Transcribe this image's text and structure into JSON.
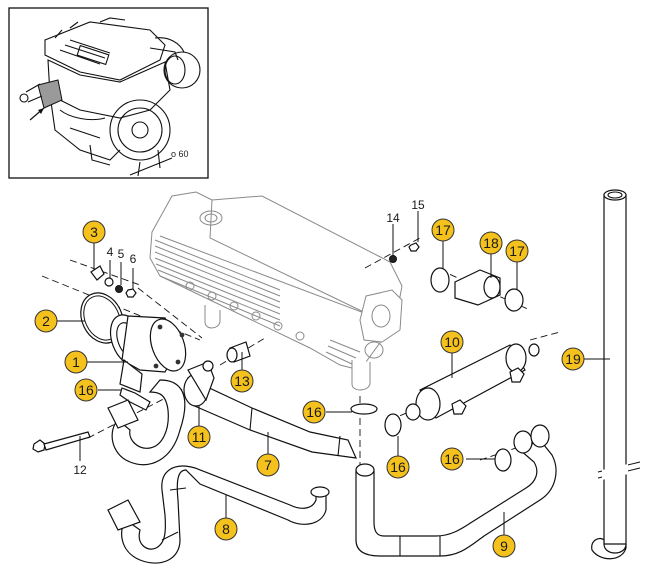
{
  "title": "Exhaust system exploded parts diagram",
  "colors": {
    "callout_fill": "#f5c11c",
    "callout_stroke": "#333333",
    "line": "#111111",
    "manifold_line": "#8a8a8a",
    "background": "#ffffff"
  },
  "inset": {
    "description": "Engine overview with arrow marking exhaust elbow location",
    "dimension_label": "o 60"
  },
  "callouts": [
    {
      "id": "1",
      "label": "1",
      "part": "Exhaust elbow / water injection elbow",
      "style": "badge"
    },
    {
      "id": "2",
      "label": "2",
      "part": "O-ring gasket",
      "style": "badge"
    },
    {
      "id": "3",
      "label": "3",
      "part": "Stud",
      "style": "badge"
    },
    {
      "id": "4",
      "label": "4",
      "part": "Washer",
      "style": "plain"
    },
    {
      "id": "5",
      "label": "5",
      "part": "Lock washer",
      "style": "plain"
    },
    {
      "id": "6",
      "label": "6",
      "part": "Nut",
      "style": "plain"
    },
    {
      "id": "7",
      "label": "7",
      "part": "Hose",
      "style": "badge"
    },
    {
      "id": "8",
      "label": "8",
      "part": "Hose",
      "style": "badge"
    },
    {
      "id": "9",
      "label": "9",
      "part": "Hose",
      "style": "badge"
    },
    {
      "id": "10",
      "label": "10",
      "part": "Heat exchanger",
      "style": "badge"
    },
    {
      "id": "11",
      "label": "11",
      "part": "Bracket clamp",
      "style": "badge"
    },
    {
      "id": "12",
      "label": "12",
      "part": "Bolt",
      "style": "plain"
    },
    {
      "id": "13",
      "label": "13",
      "part": "Spacer",
      "style": "badge"
    },
    {
      "id": "14",
      "label": "14",
      "part": "Washer",
      "style": "plain"
    },
    {
      "id": "15",
      "label": "15",
      "part": "Nut",
      "style": "plain"
    },
    {
      "id": "16a",
      "label": "16",
      "part": "Hose clamp",
      "style": "badge"
    },
    {
      "id": "16b",
      "label": "16",
      "part": "Hose clamp",
      "style": "badge"
    },
    {
      "id": "16c",
      "label": "16",
      "part": "Hose clamp",
      "style": "badge"
    },
    {
      "id": "16d",
      "label": "16",
      "part": "Hose clamp",
      "style": "badge"
    },
    {
      "id": "17a",
      "label": "17",
      "part": "Hose clamp",
      "style": "badge"
    },
    {
      "id": "17b",
      "label": "17",
      "part": "Hose clamp",
      "style": "badge"
    },
    {
      "id": "18",
      "label": "18",
      "part": "Elbow fitting",
      "style": "badge"
    },
    {
      "id": "19",
      "label": "19",
      "part": "Pipe",
      "style": "badge"
    }
  ]
}
